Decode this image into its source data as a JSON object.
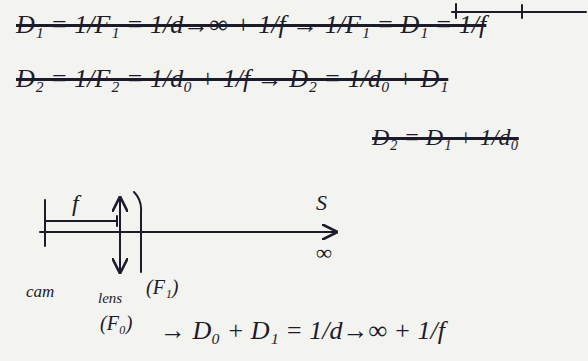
{
  "diagram": {
    "labels": [
      "D₁ = 1/F₁ = 1/d→∞ + 1/f → 1/F₁ = D₁ = 1/f",
      "D₂ = 1/F₂ = 1/d₀ + 1/f → D₂ = 1/d₀ + D₁",
      "D₂ = D₁ + 1/d₀",
      "f",
      "S",
      "∞",
      "cam",
      "lens",
      "(F₁)",
      "(F₀)",
      "→ D₀ + D₁ = 1/d→∞ + 1/f"
    ]
  }
}
